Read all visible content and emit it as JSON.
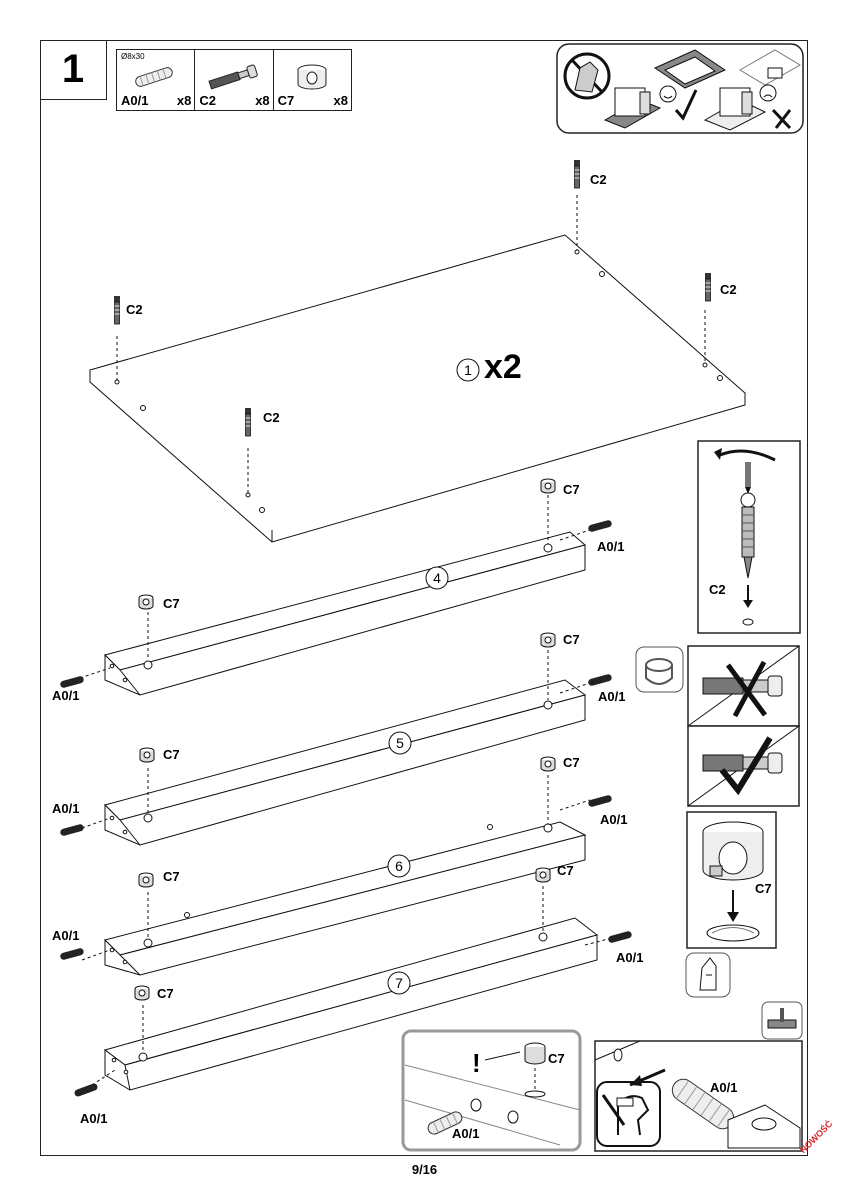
{
  "step": {
    "number": "1"
  },
  "parts": [
    {
      "code": "A0/1",
      "qty": "x8",
      "dim": "Ø8x30"
    },
    {
      "code": "C2",
      "qty": "x8"
    },
    {
      "code": "C7",
      "qty": "x8"
    }
  ],
  "panels": {
    "top_panel_number": "1",
    "top_panel_qty": "x2",
    "shelf_numbers": [
      "4",
      "5",
      "6",
      "7"
    ]
  },
  "labels": {
    "c2": "C2",
    "c7": "C7",
    "a01": "A0/1",
    "warning": "!"
  },
  "footer": {
    "page": "9/16"
  },
  "brand": {
    "text": "NOWOŚĆ",
    "color": "#d8262a"
  }
}
